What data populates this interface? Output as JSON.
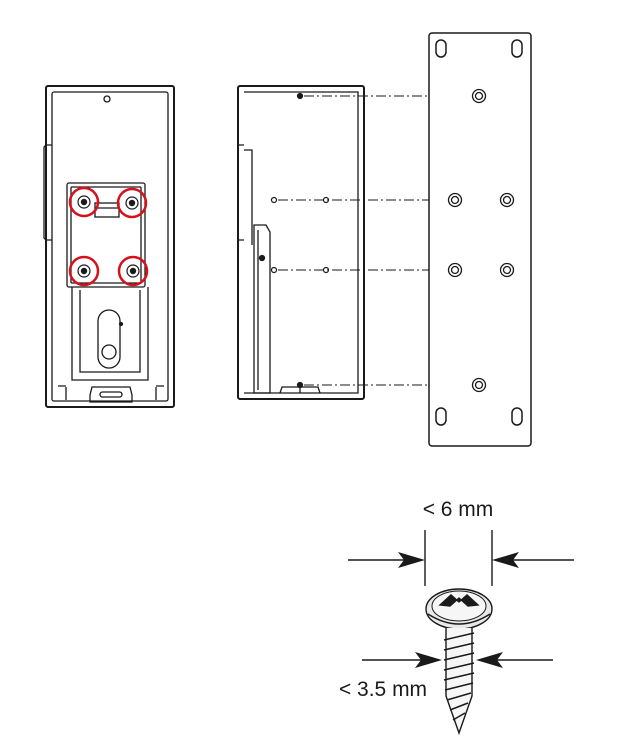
{
  "diagram": {
    "labels": {
      "head_width": "< 6 mm",
      "shaft_width": "< 3.5 mm"
    },
    "colors": {
      "line": "#1a1a1a",
      "highlight": "#d7101b",
      "panel_fill": "#ffffff",
      "screw_fill": "#e9e9e9"
    },
    "icons": [
      "device-rear-view",
      "device-side-view",
      "wall-mount-plate",
      "screw"
    ]
  }
}
